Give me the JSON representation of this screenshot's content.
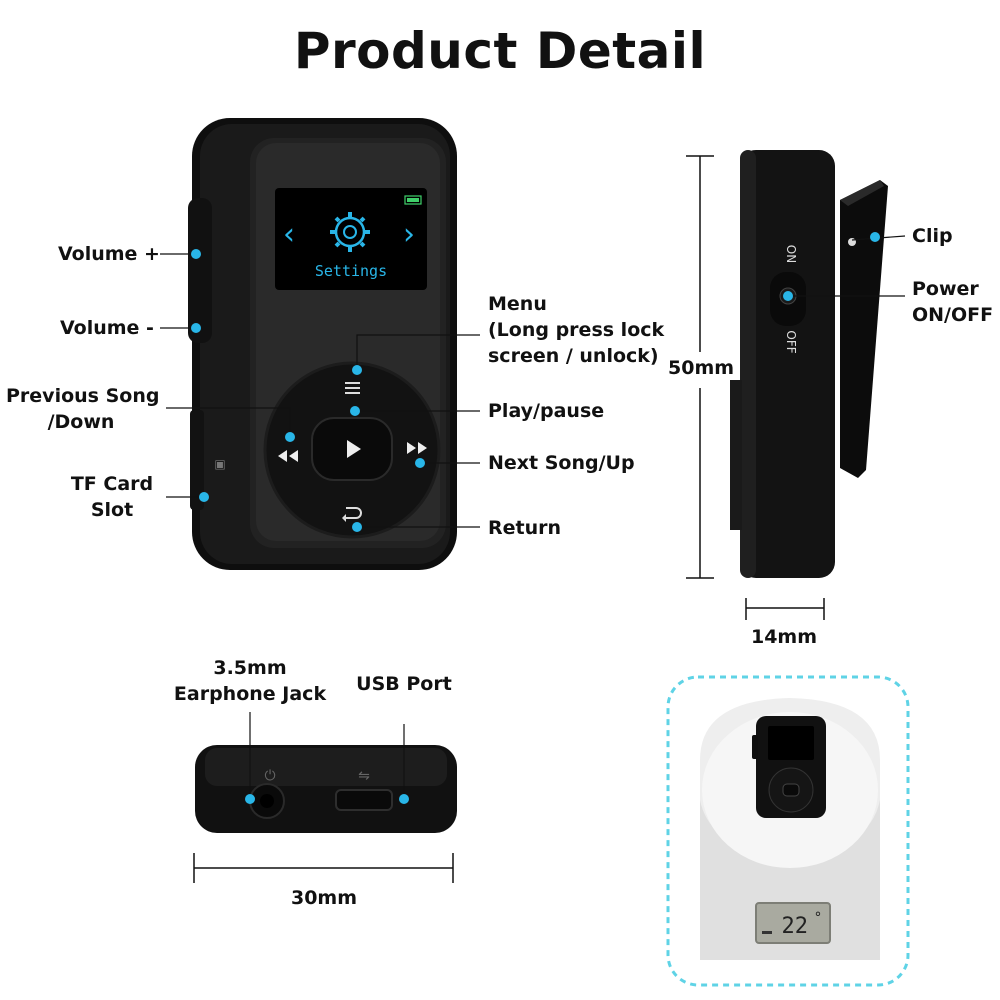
{
  "title": "Product Detail",
  "colors": {
    "accent": "#29b6e8",
    "device": "#141414",
    "screen": "#1f1f1f",
    "dashed_border": "#5fd3e6"
  },
  "screen": {
    "menu_label": "Settings",
    "icon": "gear-icon"
  },
  "labels": {
    "volume_up": "Volume +",
    "volume_down": "Volume -",
    "previous_song_1": "Previous Song",
    "previous_song_2": "/Down",
    "tf_card_1": "TF Card",
    "tf_card_2": "Slot",
    "menu_1": "Menu",
    "menu_2": "(Long press lock",
    "menu_3": "screen  / unlock)",
    "play_pause": "Play/pause",
    "next_song": "Next Song/Up",
    "return": "Return",
    "clip": "Clip",
    "power_1": "Power",
    "power_2": "ON/OFF",
    "switch_on": "ON",
    "switch_off": "OFF",
    "earphone_1": "3.5mm",
    "earphone_2": "Earphone Jack",
    "usb_port": "USB Port"
  },
  "dimensions": {
    "height": "50mm",
    "depth": "14mm",
    "width": "30mm"
  },
  "lcd_display": {
    "reading": "22",
    "unit": "°"
  }
}
